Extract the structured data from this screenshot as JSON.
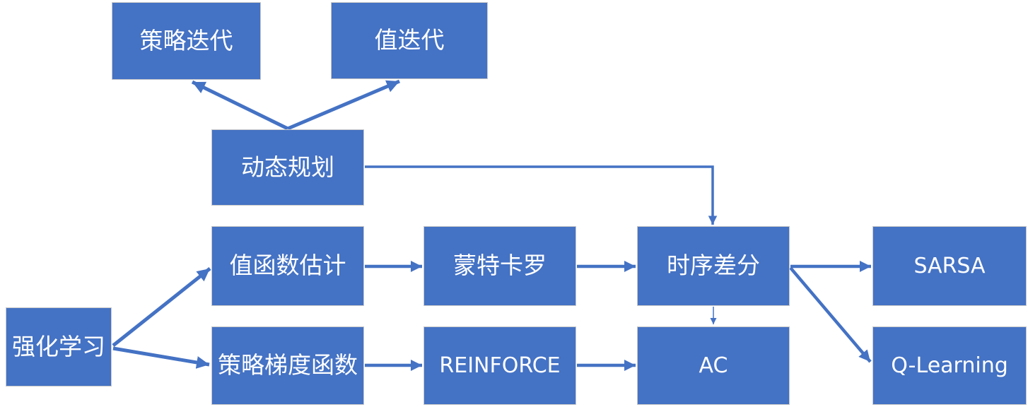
{
  "diagram": {
    "type": "flowchart",
    "topic": "reinforcement-learning-methods",
    "nodes": {
      "policy_iteration": {
        "label": "策略迭代"
      },
      "value_iteration": {
        "label": "值迭代"
      },
      "dynamic_programming": {
        "label": "动态规划"
      },
      "reinforcement_learning": {
        "label": "强化学习"
      },
      "value_function_estimation": {
        "label": "值函数估计"
      },
      "policy_gradient": {
        "label": "策略梯度函数"
      },
      "monte_carlo": {
        "label": "蒙特卡罗"
      },
      "reinforce": {
        "label": "REINFORCE"
      },
      "temporal_difference": {
        "label": "时序差分"
      },
      "ac": {
        "label": "AC"
      },
      "sarsa": {
        "label": "SARSA"
      },
      "q_learning": {
        "label": "Q-Learning"
      }
    },
    "edges": [
      {
        "from": "dynamic_programming",
        "to": "policy_iteration",
        "style": "straight-thick"
      },
      {
        "from": "dynamic_programming",
        "to": "value_iteration",
        "style": "straight-thick"
      },
      {
        "from": "dynamic_programming",
        "to": "temporal_difference",
        "style": "elbow"
      },
      {
        "from": "reinforcement_learning",
        "to": "value_function_estimation",
        "style": "straight-thick"
      },
      {
        "from": "reinforcement_learning",
        "to": "policy_gradient",
        "style": "straight-thick"
      },
      {
        "from": "value_function_estimation",
        "to": "monte_carlo",
        "style": "straight"
      },
      {
        "from": "monte_carlo",
        "to": "temporal_difference",
        "style": "straight"
      },
      {
        "from": "temporal_difference",
        "to": "sarsa",
        "style": "straight"
      },
      {
        "from": "temporal_difference",
        "to": "q_learning",
        "style": "diagonal"
      },
      {
        "from": "temporal_difference",
        "to": "ac",
        "style": "thin"
      },
      {
        "from": "policy_gradient",
        "to": "reinforce",
        "style": "straight"
      },
      {
        "from": "reinforce",
        "to": "ac",
        "style": "straight"
      }
    ]
  },
  "colors": {
    "node_fill": "#4472C4",
    "node_border": "#C9C9C9",
    "arrow_color": "#4472C4",
    "text_color": "#FFFFFF",
    "canvas_bg": "#FFFFFF"
  }
}
